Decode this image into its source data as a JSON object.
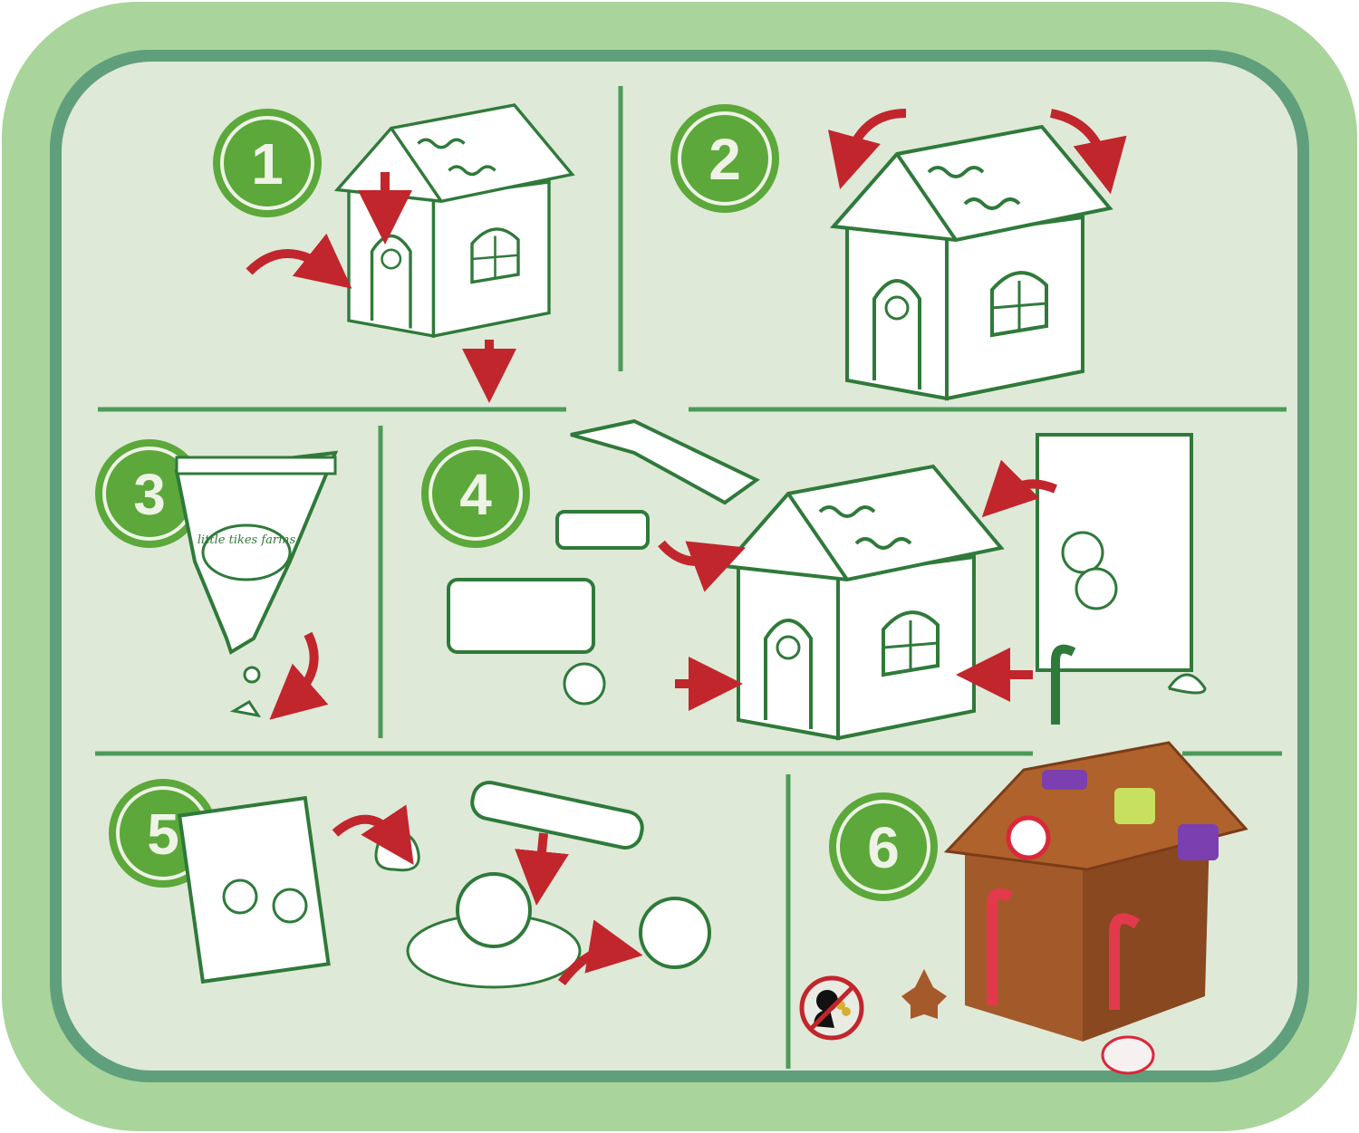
{
  "card": {
    "colors": {
      "outer": "#a9d49b",
      "ring": "#5f9f7c",
      "panel": "#dfe9d8",
      "line": "#4c9b58",
      "circle": "#5ca83a",
      "arrow": "#c1262c",
      "outline": "#2f7a3a"
    }
  },
  "steps": [
    {
      "number": "1"
    },
    {
      "number": "2"
    },
    {
      "number": "3"
    },
    {
      "number": "4"
    },
    {
      "number": "5"
    },
    {
      "number": "6"
    }
  ],
  "logo": {
    "text": "little tikes farms"
  },
  "warning_icon": "no-eating-icon"
}
